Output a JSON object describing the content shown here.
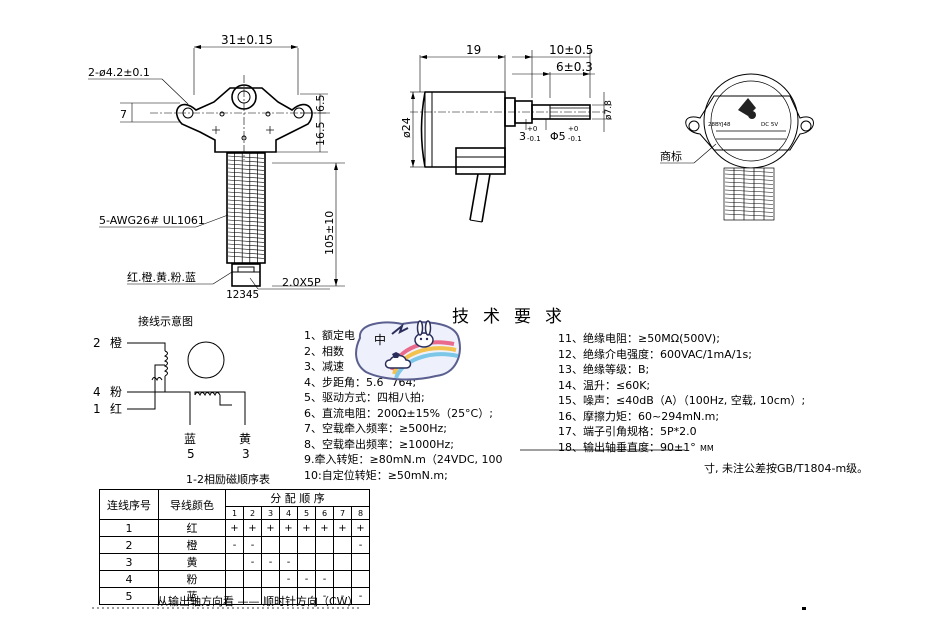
{
  "front_view": {
    "dim_width": "31±0.15",
    "dim_holes": "2-ø4.2±0.1",
    "dim_7": "7",
    "dim_6_5": "6.5",
    "dim_16_5": "16.5",
    "dim_lead": "105±10",
    "wire_label": "5-AWG26# UL1061",
    "color_label": "红.橙.黄.粉.蓝",
    "connector_label": "2.0X5P",
    "pin_numbers": "12345"
  },
  "side_view": {
    "dim_19": "19",
    "dim_10": "10±0.5",
    "dim_6": "6±0.3",
    "dim_24": "ø24",
    "dim_3": "3",
    "dim_3_tol_up": "+0",
    "dim_3_tol_dn": "-0.1",
    "dim_phi5": "Φ5",
    "dim_phi5_tol_up": "+0",
    "dim_phi5_tol_dn": "-0.1",
    "dim_flat": "ø7.8"
  },
  "photo_view": {
    "label": "商标",
    "text_line1": "28BYJ48",
    "text_line2": "DC 5V"
  },
  "wiring": {
    "title": "接线示意图",
    "pin2_num": "2",
    "pin2_color": "橙",
    "pin4_num": "4",
    "pin4_color": "粉",
    "pin1_num": "1",
    "pin1_color": "红",
    "blue_label": "蓝",
    "blue_num": "5",
    "yellow_label": "黄",
    "yellow_num": "3"
  },
  "spec": {
    "title": "技术要求",
    "left": [
      "1、额定电",
      "2、相数",
      "3、减速",
      "4、步距角：5.6",
      "5、驱动方式：四相八拍;",
      "6、直流电阻：200Ω±15%（25°C）;",
      "7、空载牵入频率：≥500Hz;",
      "8、空载牵出频率：≥1000Hz;",
      "9.牵入转矩：≥80mN.m（24VDC, 100",
      "10:自定位转矩：≥50mN.m;"
    ],
    "left_tail4": "764;",
    "right": [
      "11、绝缘电阻：≥50MΩ(500V);",
      "12、绝缘介电强度：600VAC/1mA/1s;",
      "13、绝缘等级：B;",
      "14、温升：≤60K;",
      "15、噪声：≤40dB（A）（100Hz, 空载, 10cm）;",
      "16、摩擦力矩：60~294mN.m;",
      "17、端子引角规格：5P*2.0",
      "18、输出轴垂直度：90±1°"
    ],
    "footnote": "寸, 未注公差按GB/T1804-m级。",
    "cut_text": "MM"
  },
  "sticker": {
    "char": "中"
  },
  "sequence_table": {
    "caption": "1-2相励磁顺序表",
    "h_wire_no": "连线序号",
    "h_wire_color": "导线颜色",
    "h_order": "分 配 顺 序",
    "steps": [
      "1",
      "2",
      "3",
      "4",
      "5",
      "6",
      "7",
      "8"
    ],
    "rows": [
      {
        "no": "1",
        "color": "红",
        "cells": [
          "+",
          "+",
          "+",
          "+",
          "+",
          "+",
          "+",
          "+"
        ]
      },
      {
        "no": "2",
        "color": "橙",
        "cells": [
          "-",
          "-",
          "",
          "",
          "",
          "",
          "",
          "-"
        ]
      },
      {
        "no": "3",
        "color": "黄",
        "cells": [
          "",
          "-",
          "-",
          "-",
          "",
          "",
          "",
          ""
        ]
      },
      {
        "no": "4",
        "color": "粉",
        "cells": [
          "",
          "",
          "",
          "-",
          "-",
          "-",
          "",
          ""
        ]
      },
      {
        "no": "5",
        "color": "蓝",
        "cells": [
          "",
          "",
          "",
          "",
          "",
          "-",
          "-",
          "-"
        ]
      }
    ],
    "direction": "从输出轴方向看 —— 顺时针方向（CW）"
  }
}
